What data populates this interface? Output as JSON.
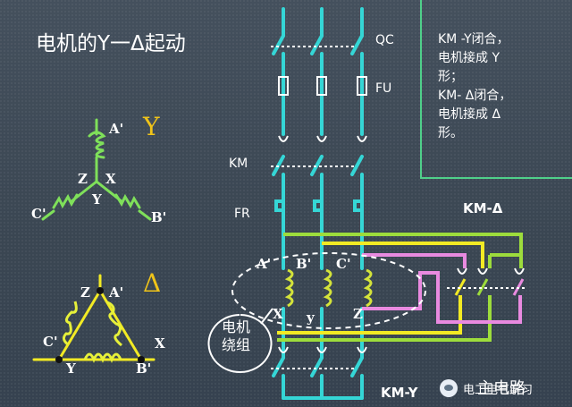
{
  "title": "电机的Y一Δ起动",
  "symbols": {
    "star": "Y",
    "delta": "Δ"
  },
  "star_diagram": {
    "a": "A'",
    "z": "Z",
    "x": "X",
    "y": "Y",
    "c": "C'",
    "b": "B'"
  },
  "delta_diagram": {
    "z": "Z",
    "a": "A'",
    "c": "C'",
    "x": "X",
    "y": "Y",
    "b": "B'"
  },
  "circuit": {
    "qc": "QC",
    "fu": "FU",
    "km": "KM",
    "fr": "FR",
    "km_delta": "KM-Δ",
    "km_y": "KM-Y",
    "main_circuit": "主电路",
    "winding_label": "电机\n绕组",
    "winding_a": "A'",
    "winding_b": "B'",
    "winding_c": "C'",
    "winding_x": "X",
    "winding_y": "y",
    "winding_z": "Z"
  },
  "note": "KM -Y闭合，\n电机接成 Y\n形；\nKM- Δ闭合，\n电机接成 Δ\n形。",
  "watermark": "电工电气学习",
  "colors": {
    "wire": "#35d6d6",
    "green": "#9ddc3c",
    "yellow": "#f2ea24",
    "pink": "#e98ae0",
    "coil": "#d4e33a",
    "note_border": "#4fd08a"
  }
}
